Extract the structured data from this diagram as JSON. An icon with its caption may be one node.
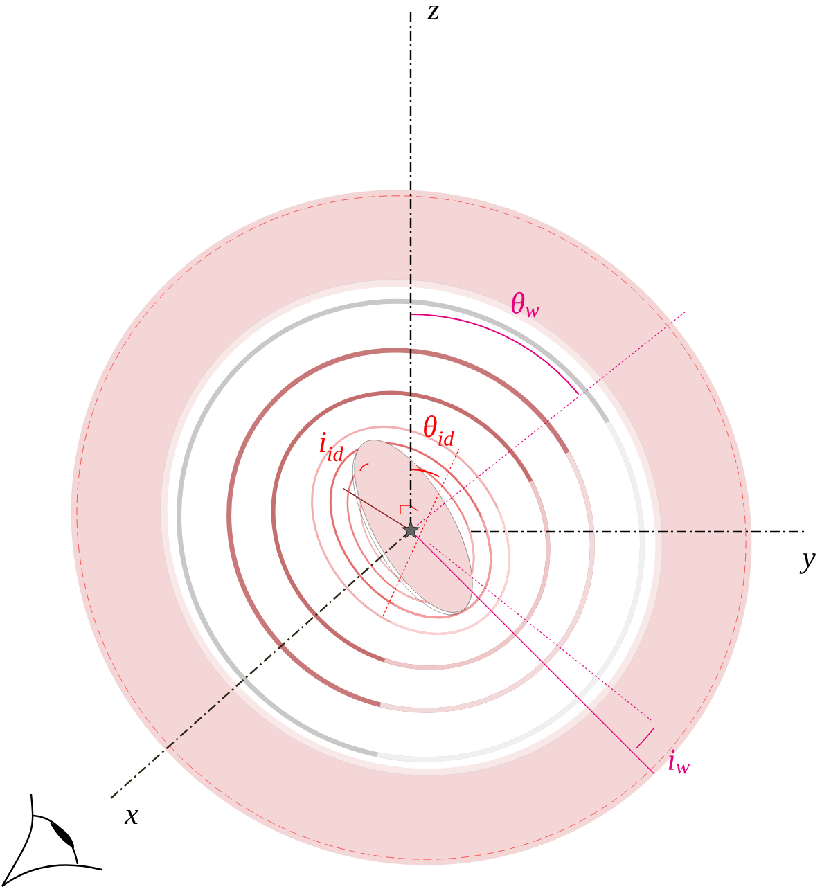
{
  "diagram": {
    "labels": [
      "z",
      "θ$_{w}$",
      "θ$_{id}$",
      "i$_{id}$",
      "y",
      "i$_{w}$",
      "x"
    ]
  }
}
